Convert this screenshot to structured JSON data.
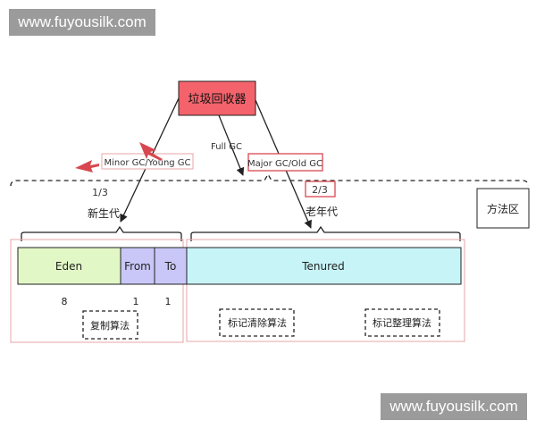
{
  "watermark": {
    "text": "www.fuyousilk.com"
  },
  "gc": {
    "root": "垃圾回收器",
    "minor": "Minor GC/Young GC",
    "full": "Full GC",
    "major": "Major GC/Old GC"
  },
  "generations": {
    "young_ratio": "1/3",
    "old_ratio": "2/3",
    "young": "新生代",
    "old": "老年代",
    "method_area": "方法区"
  },
  "heap": {
    "eden": "Eden",
    "from": "From",
    "to": "To",
    "tenured": "Tenured",
    "eden_ratio": "8",
    "from_ratio": "1",
    "to_ratio": "1"
  },
  "algorithms": {
    "copy": "复制算法",
    "mark_sweep": "标记清除算法",
    "mark_compact": "标记整理算法"
  },
  "colors": {
    "root_fill": "#f4636b",
    "eden_fill": "#e2f7c6",
    "survivor_fill": "#c9c7f7",
    "tenured_fill": "#c7f4f7",
    "highlight_red": "#d8474f",
    "pale_red": "#e7a6aa"
  }
}
